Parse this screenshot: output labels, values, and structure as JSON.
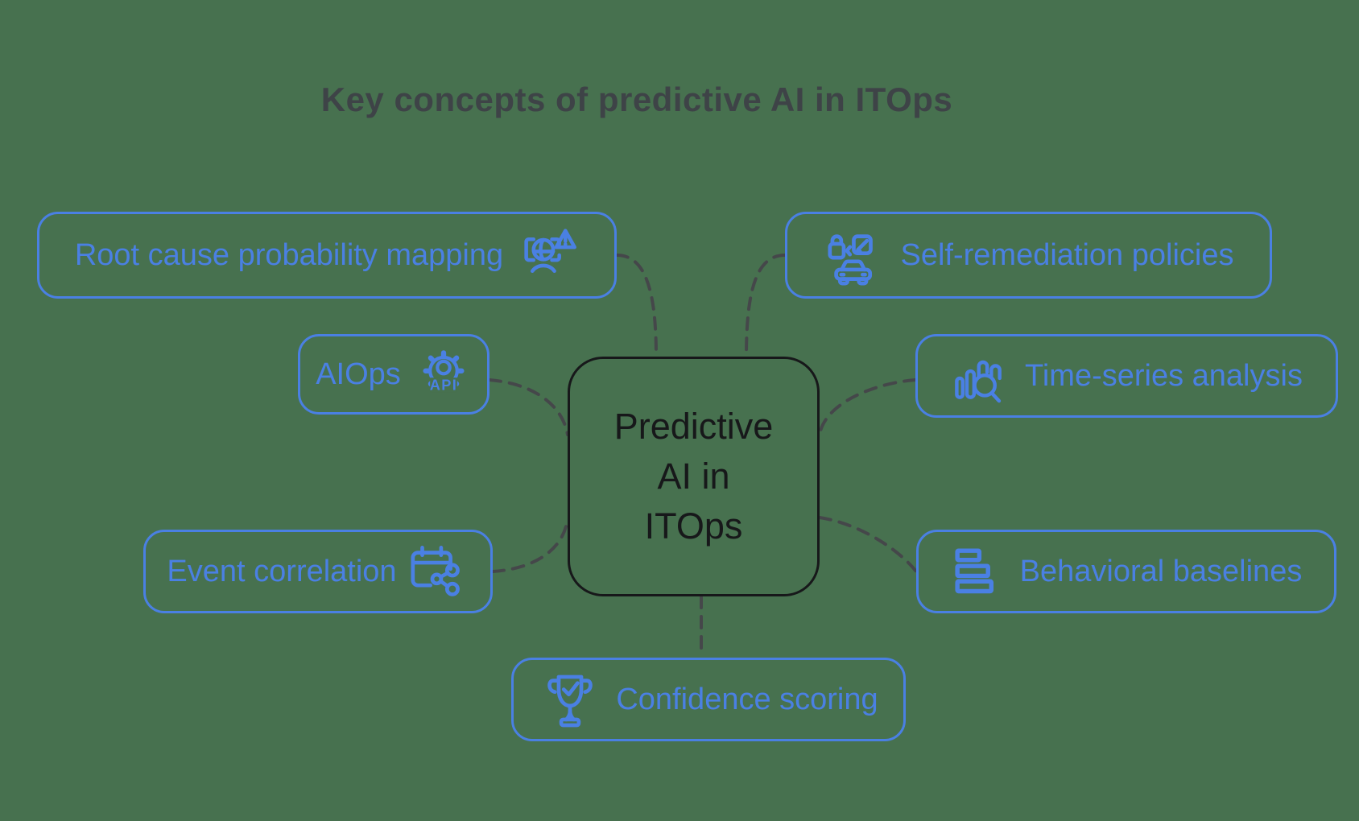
{
  "title": "Key concepts of predictive AI in ITOps",
  "center": {
    "lines": [
      "Predictive",
      "AI in",
      "ITOps"
    ]
  },
  "nodes": [
    {
      "id": "root-cause",
      "label": "Root cause probability mapping",
      "icon": "globe-alert-icon",
      "icon_side": "right"
    },
    {
      "id": "self-remediation",
      "label": "Self-remediation policies",
      "icon": "auto-fix-car-icon",
      "icon_side": "left"
    },
    {
      "id": "aiops",
      "label": "AIOps",
      "icon": "api-gear-icon",
      "icon_side": "right",
      "icon_text": "API"
    },
    {
      "id": "time-series",
      "label": "Time-series analysis",
      "icon": "chart-magnifier-icon",
      "icon_side": "left"
    },
    {
      "id": "event-correlation",
      "label": "Event correlation",
      "icon": "calendar-share-icon",
      "icon_side": "right"
    },
    {
      "id": "behavioral",
      "label": "Behavioral baselines",
      "icon": "stacked-bars-icon",
      "icon_side": "left"
    },
    {
      "id": "confidence",
      "label": "Confidence scoring",
      "icon": "trophy-check-icon",
      "icon_side": "left"
    }
  ],
  "colors": {
    "background": "#47714f",
    "node_blue": "#4a80e3",
    "central_black": "#17181a",
    "connector_gray": "#45474a",
    "title_gray": "#3e4347"
  }
}
